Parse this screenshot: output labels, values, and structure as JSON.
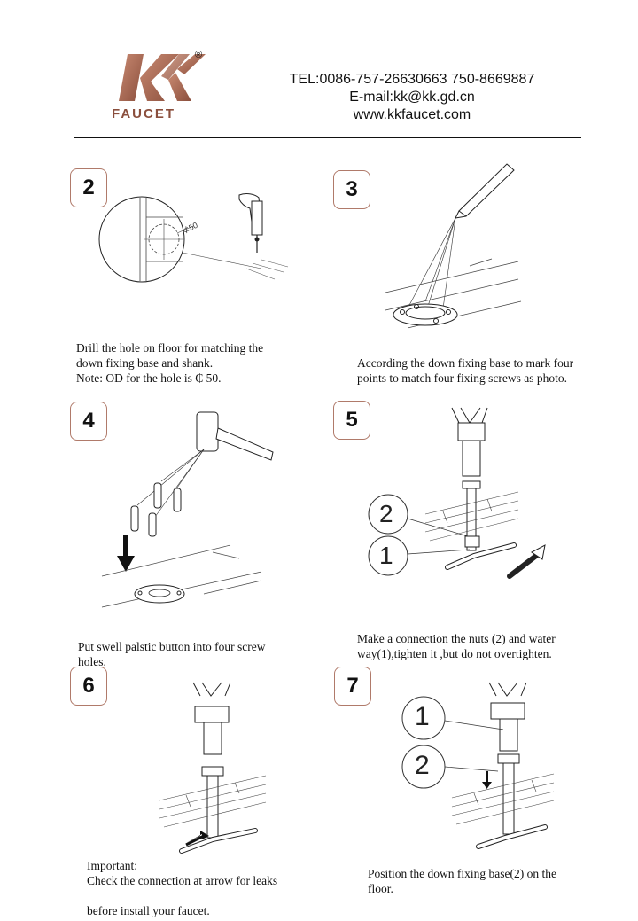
{
  "header": {
    "brand": "KK",
    "brand_sub": "FAUCET",
    "registered": "®",
    "contact_lines": [
      "TEL:0086-757-26630663 750-8669887",
      "E-mail:kk@kk.gd.cn",
      "www.kkfaucet.com"
    ]
  },
  "colors": {
    "brand": "#a0614d",
    "box_border": "#b07a6a",
    "text": "#111111"
  },
  "steps": [
    {
      "number": "2",
      "lines": [
        "Drill the hole on floor for matching the",
        "down fixing base and shank.",
        "Note: OD for the hole is   ₵ 50."
      ],
      "label": "⊄50"
    },
    {
      "number": "3",
      "lines": [
        "According the down fixing base to mark four",
        "points to match four fixing screws as photo."
      ]
    },
    {
      "number": "4",
      "lines": [
        "Put swell palstic button into four screw",
        "holes."
      ]
    },
    {
      "number": "5",
      "lines": [
        "Make a connection the nuts (2) and water",
        "way(1),tighten it ,but do not overtighten."
      ],
      "callouts": [
        "2",
        "1"
      ]
    },
    {
      "number": "6",
      "lines": [
        "Important:",
        "Check the connection at arrow for leaks",
        "",
        "before install your faucet."
      ]
    },
    {
      "number": "7",
      "lines": [
        "Position the down fixing base(2) on the",
        "floor."
      ],
      "callouts": [
        "1",
        "2"
      ]
    }
  ]
}
